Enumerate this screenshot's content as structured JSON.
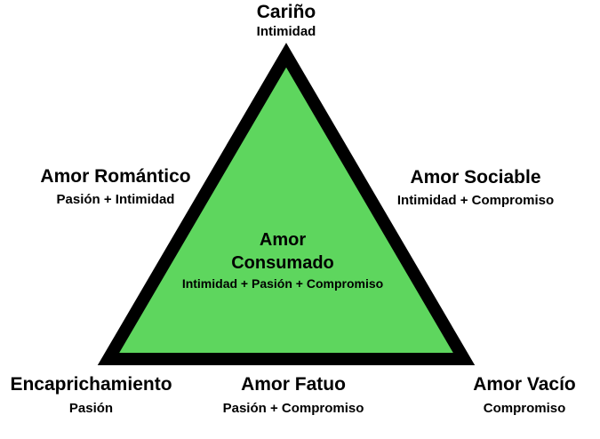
{
  "diagram": {
    "fill_color": "#5ed65e",
    "stroke_color": "#000000",
    "top": {
      "title": "Cariño",
      "subtitle": "Intimidad"
    },
    "left": {
      "title": "Amor Romántico",
      "subtitle": "Pasión + Intimidad"
    },
    "right": {
      "title": "Amor Sociable",
      "subtitle": "Intimidad + Compromiso"
    },
    "center": {
      "title_line1": "Amor",
      "title_line2": "Consumado",
      "subtitle": "Intimidad + Pasión + Compromiso"
    },
    "bottom_left": {
      "title": "Encaprichamiento",
      "subtitle": "Pasión"
    },
    "bottom_center": {
      "title": "Amor Fatuo",
      "subtitle": "Pasión + Compromiso"
    },
    "bottom_right": {
      "title": "Amor Vacío",
      "subtitle": "Compromiso"
    }
  }
}
